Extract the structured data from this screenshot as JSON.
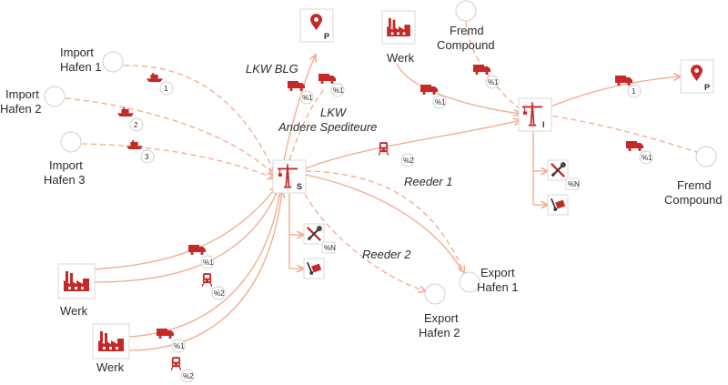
{
  "labels": {
    "import_hafen_1": [
      "Import",
      "Hafen 1"
    ],
    "import_hafen_2": [
      "Import",
      "Hafen 2"
    ],
    "import_hafen_3": [
      "Import",
      "Hafen 3"
    ],
    "werk_top": "Werk",
    "fremd_compound_top": [
      "Fremd",
      "Compound"
    ],
    "lkw_blg": "LKW BLG",
    "lkw_andere": [
      "LKW",
      "Andere Spediteure"
    ],
    "reeder_1": "Reeder 1",
    "reeder_2": "Reeder 2",
    "fremd_compound_right": [
      "Fremd",
      "Compound"
    ],
    "export_hafen_1": [
      "Export",
      "Hafen 1"
    ],
    "export_hafen_2": [
      "Export",
      "Hafen 2"
    ],
    "werk_left": "Werk",
    "werk_bottom": "Werk"
  },
  "node_tags": {
    "hub_s": "S",
    "hub_i": "I",
    "parking": "P"
  },
  "badges": {
    "ship1": "1",
    "ship2": "2",
    "ship3": "3",
    "lkw_blg": "%1",
    "lkw_andere": "%1",
    "werk_top_truck": "%1",
    "fremd_top_truck": "%1",
    "rail_center": "%2",
    "i_truck_p": "1",
    "i_truck_fremd": "%1",
    "i_tool": "%N",
    "s_tool": "%N",
    "werk_left_truck": "%1",
    "werk_left_rail": "%2",
    "werk_bottom_truck": "%1",
    "werk_bottom_rail": "%2"
  },
  "icons": [
    "ship-icon",
    "truck-icon",
    "train-icon",
    "crane-icon",
    "factory-icon",
    "map-pin-icon",
    "tools-icon",
    "trolley-icon"
  ],
  "colors": {
    "accent": "#c62828",
    "connector": "#f2a98a",
    "circle": "#cfcfcf"
  }
}
